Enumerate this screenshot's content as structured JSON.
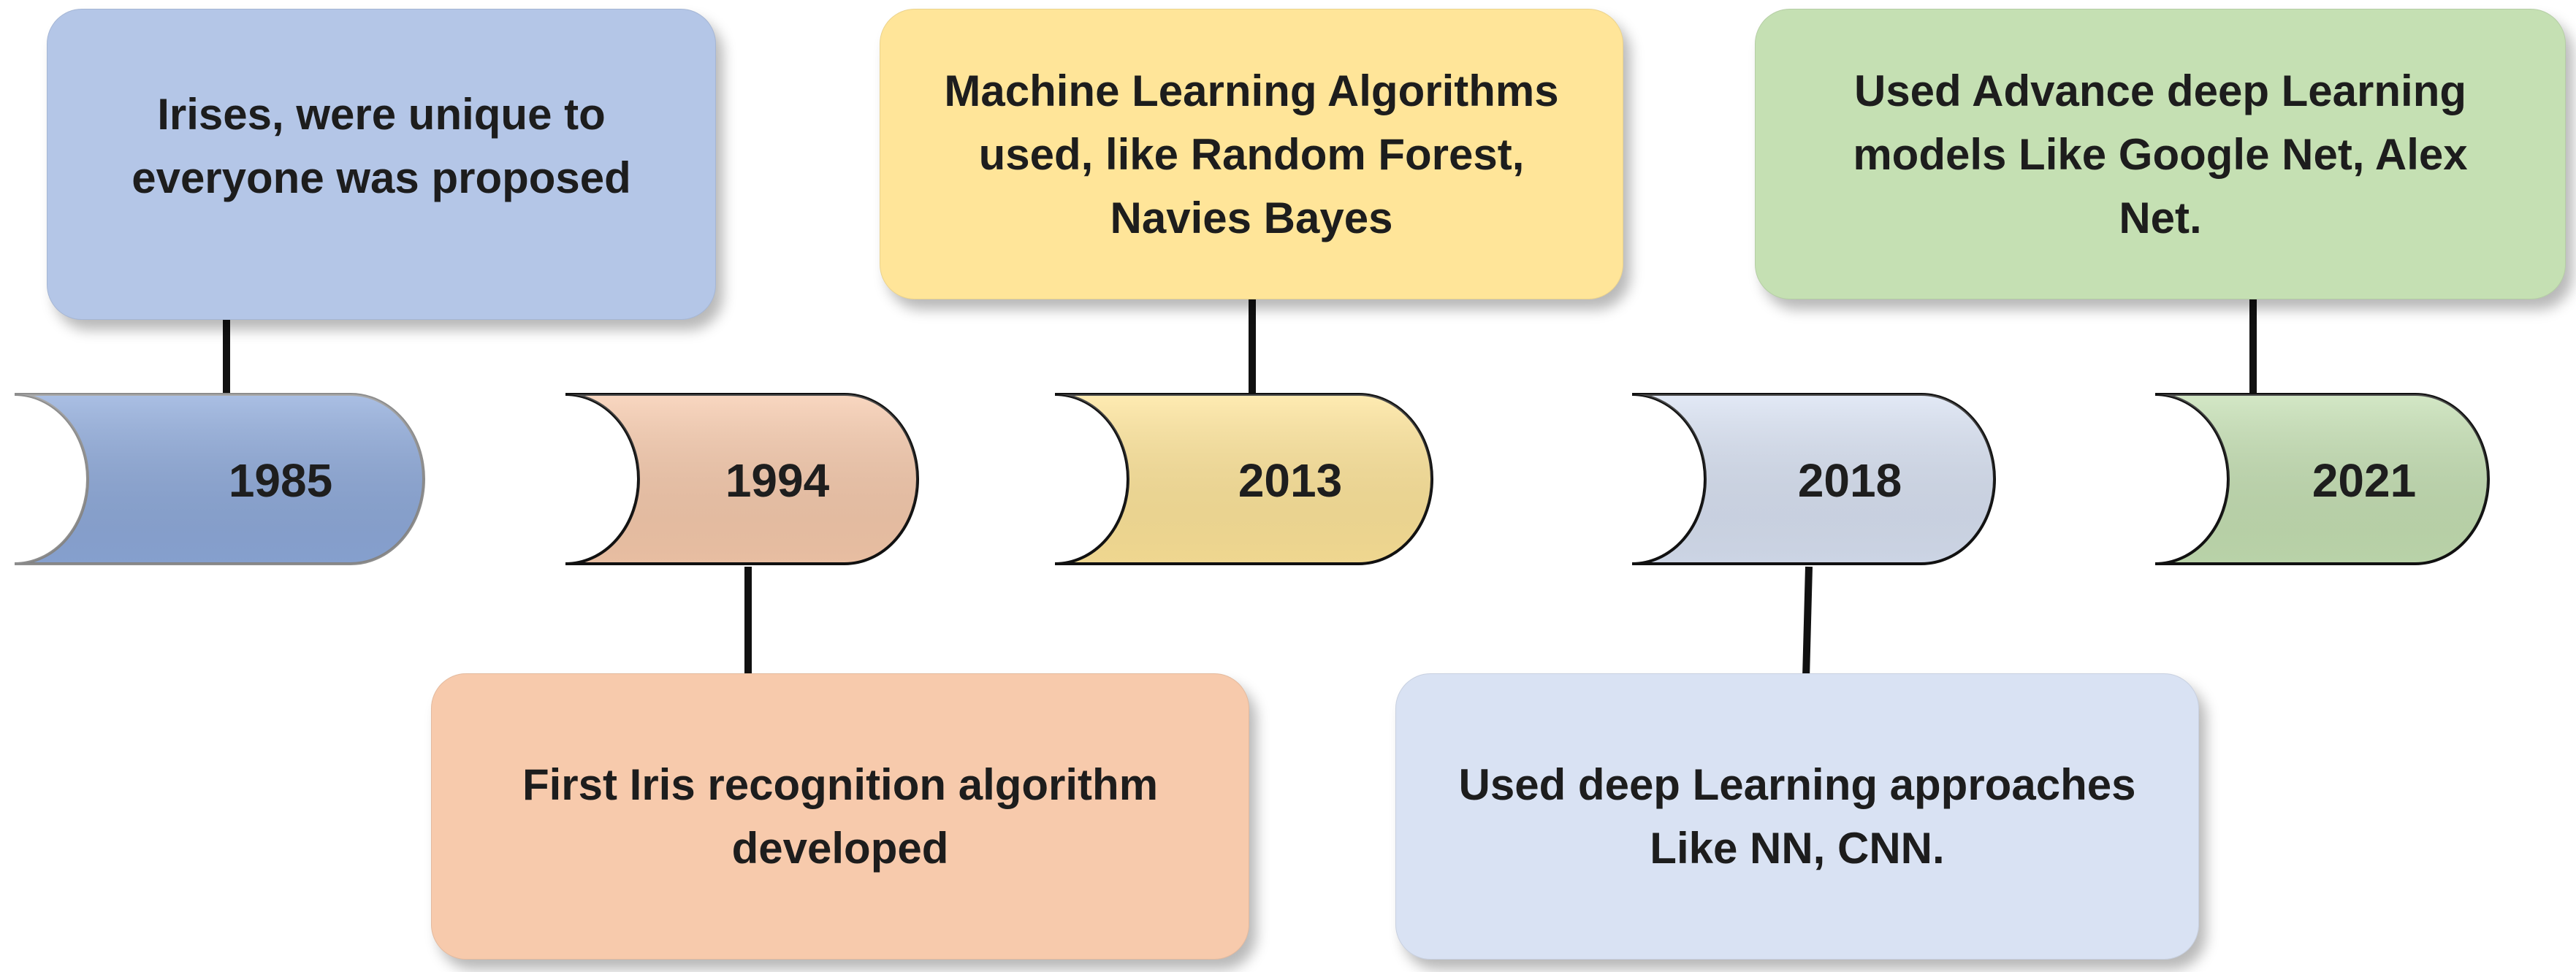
{
  "milestones": [
    {
      "year": "1985",
      "text": "Irises, were unique to\neveryone was proposed",
      "fill": "#b4c6e7",
      "tab_fill": "#8eaadb"
    },
    {
      "year": "1994",
      "text": "First Iris recognition  algorithm\ndeveloped",
      "fill": "#f7caac",
      "tab_fill": "#f7caac"
    },
    {
      "year": "2013",
      "text": "Machine Learning Algorithms\nused, like Random Forest,\nNavies Bayes",
      "fill": "#ffe599",
      "tab_fill": "#ffe599"
    },
    {
      "year": "2018",
      "text": "Used deep Learning approaches\nLike NN, CNN.",
      "fill": "#d9e2f3",
      "tab_fill": "#d9e2f3"
    },
    {
      "year": "2021",
      "text": "Used Advance deep Learning\nmodels Like Google Net, Alex\nNet.",
      "fill": "#c5e0b3",
      "tab_fill": "#c5e0b3"
    }
  ]
}
